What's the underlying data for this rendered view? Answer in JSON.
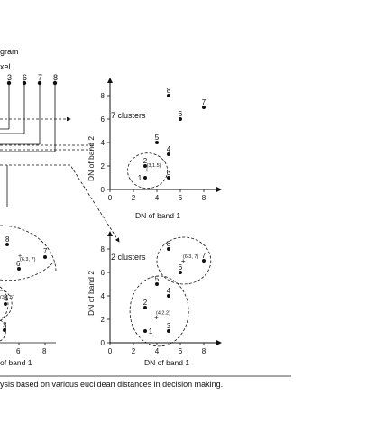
{
  "panel_header": {
    "partial_title_1": "gram",
    "partial_title_2": "xel"
  },
  "dendrogram_labels": [
    "3",
    "6",
    "7",
    "8"
  ],
  "caption": "ysis based on various euclidean distances in decision making.",
  "top_right_plot": {
    "annotation": "7 clusters",
    "xlabel": "DN of band 1",
    "ylabel": "DN of band 2",
    "x_ticks": [
      "0",
      "2",
      "4",
      "6",
      "8"
    ],
    "y_ticks": [
      "0",
      "2",
      "4",
      "6",
      "8"
    ],
    "points": [
      {
        "label": "1",
        "x": 3,
        "y": 1
      },
      {
        "label": "2",
        "x": 3,
        "y": 2
      },
      {
        "label": "3",
        "x": 5,
        "y": 1
      },
      {
        "label": "4",
        "x": 5,
        "y": 3
      },
      {
        "label": "5",
        "x": 4,
        "y": 4
      },
      {
        "label": "6",
        "x": 6,
        "y": 6
      },
      {
        "label": "7",
        "x": 8,
        "y": 7
      },
      {
        "label": "8",
        "x": 5,
        "y": 8
      }
    ],
    "centroid_label": "(3,1.5)"
  },
  "bottom_right_plot": {
    "annotation": "2 clusters",
    "xlabel": "DN of band 1",
    "ylabel": "DN of band 2",
    "x_ticks": [
      "0",
      "2",
      "4",
      "6",
      "8"
    ],
    "y_ticks": [
      "0",
      "2",
      "4",
      "6",
      "8"
    ],
    "points": [
      {
        "label": "1",
        "x": 3,
        "y": 1
      },
      {
        "label": "2",
        "x": 3,
        "y": 3
      },
      {
        "label": "3",
        "x": 5,
        "y": 1
      },
      {
        "label": "4",
        "x": 5,
        "y": 4
      },
      {
        "label": "5",
        "x": 4,
        "y": 5
      },
      {
        "label": "6",
        "x": 6,
        "y": 6
      },
      {
        "label": "7",
        "x": 8,
        "y": 7
      },
      {
        "label": "8",
        "x": 5,
        "y": 8
      }
    ],
    "centroid_labels": [
      "(4,2.2)",
      "(6.3, 7)"
    ]
  },
  "bottom_left_partial": {
    "x_ticks": [
      "6",
      "8"
    ],
    "xlabel_partial": "of band 1",
    "points": [
      {
        "label": "8"
      },
      {
        "label": "7"
      },
      {
        "label": "6"
      },
      {
        "label": "4"
      },
      {
        "label": "3"
      }
    ],
    "centroid_labels": [
      "(6.3, 7)",
      "(3.1.5)"
    ]
  },
  "chart_data": [
    {
      "type": "scatter",
      "title": "",
      "annotation": "7 clusters",
      "xlabel": "DN of band 1",
      "ylabel": "DN of band 2",
      "xlim": [
        0,
        9
      ],
      "ylim": [
        0,
        9
      ],
      "x": [
        3,
        3,
        5,
        5,
        4,
        6,
        8,
        5
      ],
      "y": [
        1,
        2,
        1,
        3,
        4,
        6,
        7,
        8
      ],
      "point_labels": [
        "1",
        "2",
        "3",
        "4",
        "5",
        "6",
        "7",
        "8"
      ]
    },
    {
      "type": "scatter",
      "title": "",
      "annotation": "2 clusters",
      "xlabel": "DN of band 1",
      "ylabel": "DN of band 2",
      "xlim": [
        0,
        9
      ],
      "ylim": [
        0,
        9
      ],
      "x": [
        3,
        3,
        5,
        5,
        4,
        6,
        8,
        5
      ],
      "y": [
        1,
        3,
        1,
        4,
        5,
        6,
        7,
        8
      ],
      "point_labels": [
        "1",
        "2",
        "3",
        "4",
        "5",
        "6",
        "7",
        "8"
      ]
    }
  ]
}
